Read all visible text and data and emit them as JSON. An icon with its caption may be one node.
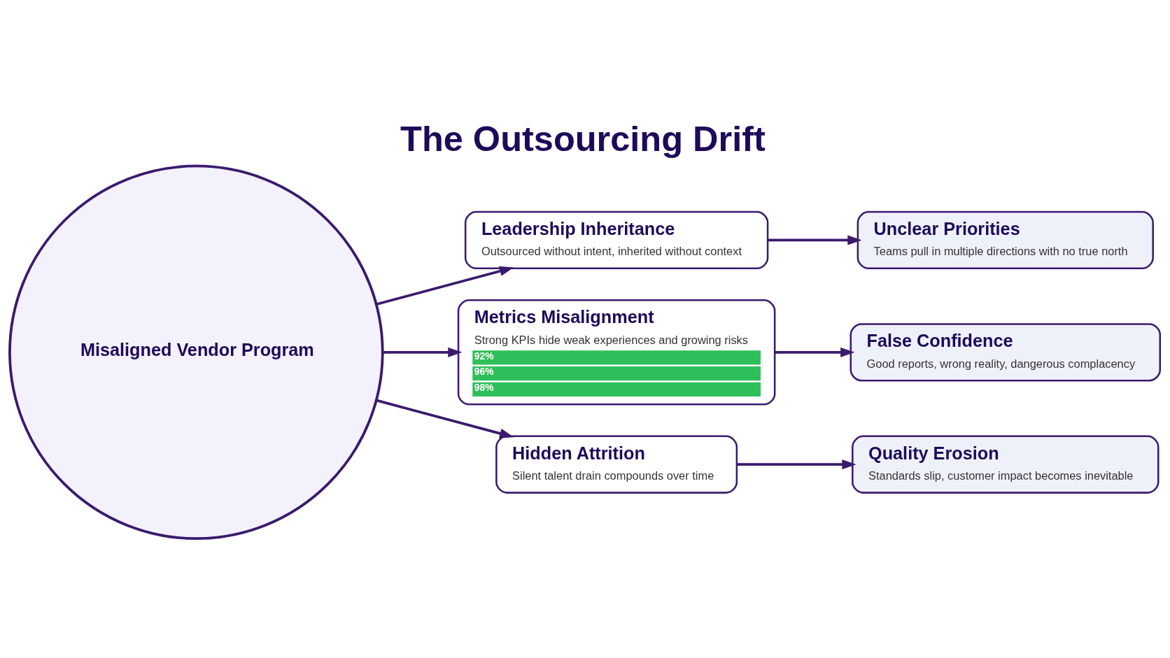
{
  "diagram": {
    "title": "The Outsourcing Drift",
    "nodes": [
      {
        "text": [
          "Misaligned Vendor Program"
        ]
      },
      {
        "text": [
          "Leadership Inheritance",
          "Outsourced without intent, inherited without context"
        ]
      },
      {
        "text": [
          "Metrics Misalignment",
          "Strong KPIs hide weak experiences and growing risks",
          "92%",
          "96%",
          "98%"
        ]
      },
      {
        "text": [
          "Hidden Attrition",
          "Silent talent drain compounds over time"
        ]
      },
      {
        "text": [
          "Unclear Priorities",
          "Teams pull in multiple directions with no true north"
        ]
      },
      {
        "text": [
          "False Confidence",
          "Good reports, wrong reality, dangerous complacency"
        ]
      },
      {
        "text": [
          "Quality Erosion",
          "Standards slip, customer impact becomes inevitable"
        ]
      }
    ],
    "edges": [
      {
        "from": 0,
        "to": 1,
        "arrow": "to"
      },
      {
        "from": 0,
        "to": 2,
        "arrow": "to"
      },
      {
        "from": 0,
        "to": 3,
        "arrow": "to"
      },
      {
        "from": 1,
        "to": 4,
        "arrow": "to"
      },
      {
        "from": 2,
        "to": 5,
        "arrow": "to"
      },
      {
        "from": 3,
        "to": 6,
        "arrow": "to"
      }
    ]
  }
}
